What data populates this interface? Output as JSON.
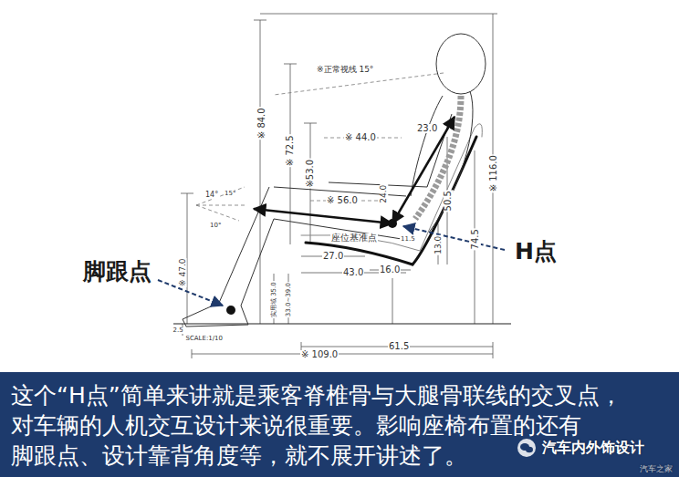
{
  "diagram": {
    "nodes": [
      {
        "text": [
          "这个“H点”简单来讲就是乘客脊椎骨与大腿骨联线的交叉点， 对车辆的人机交互设计来说很重要。影响座椅布置的还有 脚跟点、设计靠背角度等，就不展开讲述了。"
        ]
      }
    ],
    "labels": [
      "※正常视线 15°",
      "※ 84.0",
      "※ 72.5",
      "※53.0",
      "※ 44.0",
      "23.0",
      "14°",
      "15°",
      "10°",
      "※ 56.0",
      "24.0",
      "座位基准点",
      "11.5",
      "27.0",
      "43.0",
      "16.0",
      "13.0",
      "50.5",
      "74.5",
      "※ 116.0",
      "※ 47.0",
      "实用域 35.0",
      "33.0~39.0",
      "※ 109.0",
      "61.5",
      "2.5",
      "SCALE:1/10",
      "脚跟点",
      "H点",
      "汽车内外饰设计",
      "汽车之家"
    ]
  }
}
